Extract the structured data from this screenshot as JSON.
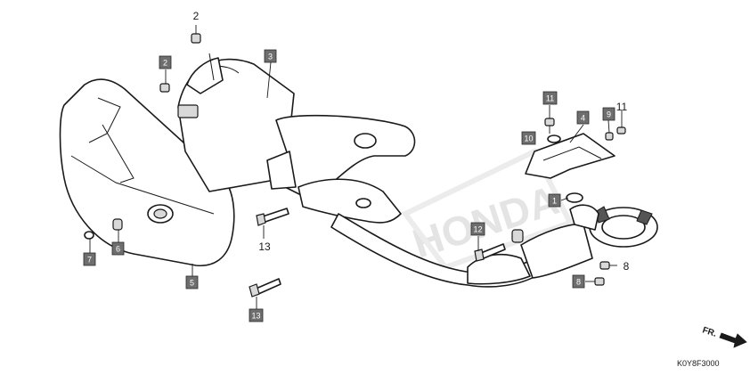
{
  "callouts": [
    {
      "id": "c2-top",
      "label": "2",
      "style": "plain"
    },
    {
      "id": "c2",
      "label": "2",
      "style": "boxed"
    },
    {
      "id": "c3",
      "label": "3",
      "style": "boxed"
    },
    {
      "id": "c4",
      "label": "4",
      "style": "boxed"
    },
    {
      "id": "c9",
      "label": "9",
      "style": "boxed"
    },
    {
      "id": "c11-right",
      "label": "11",
      "style": "plain"
    },
    {
      "id": "c11",
      "label": "11",
      "style": "boxed"
    },
    {
      "id": "c10",
      "label": "10",
      "style": "boxed"
    },
    {
      "id": "c1",
      "label": "1",
      "style": "boxed"
    },
    {
      "id": "c12",
      "label": "12",
      "style": "boxed"
    },
    {
      "id": "c7",
      "label": "7",
      "style": "boxed"
    },
    {
      "id": "c6",
      "label": "6",
      "style": "boxed"
    },
    {
      "id": "c5",
      "label": "5",
      "style": "boxed"
    },
    {
      "id": "c13-mid",
      "label": "13",
      "style": "plain"
    },
    {
      "id": "c13",
      "label": "13",
      "style": "boxed"
    },
    {
      "id": "c8-right",
      "label": "8",
      "style": "plain"
    },
    {
      "id": "c8",
      "label": "8",
      "style": "boxed"
    }
  ],
  "direction_label": "FR.",
  "diagram_code": "K0Y8F3000",
  "watermark": "HONDA",
  "colors": {
    "line": "#1a1a1a",
    "tag_fill": "#6e6e6e",
    "tag_text": "#ffffff",
    "watermark": "#e4e4e4"
  }
}
